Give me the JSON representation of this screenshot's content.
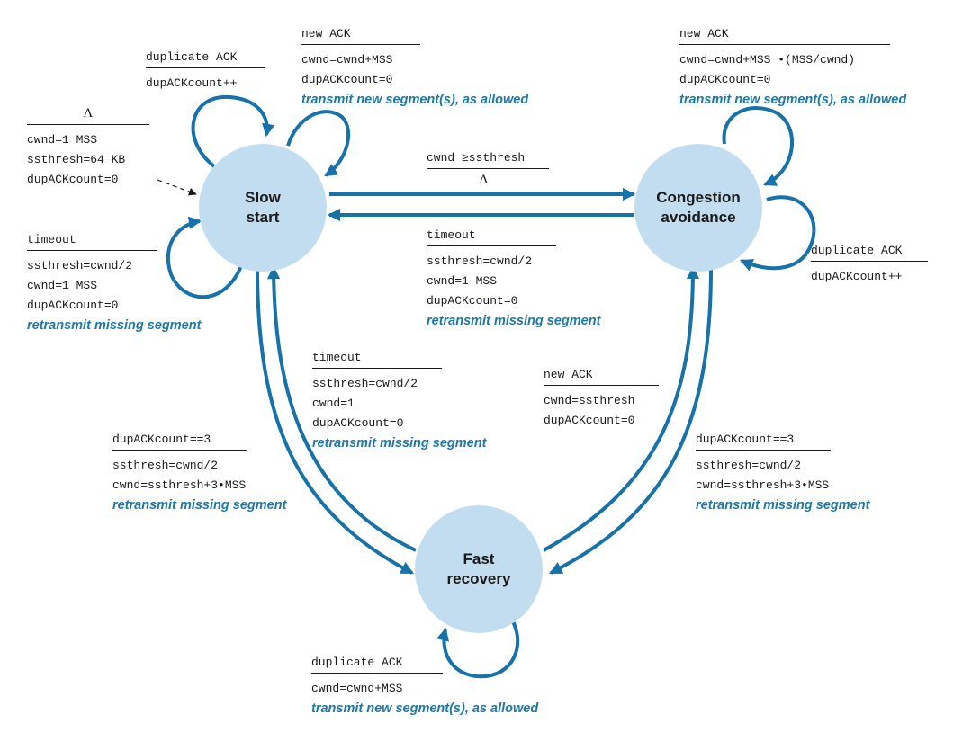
{
  "colors": {
    "state_fill": "#c2ddef",
    "arrow": "#1672a8",
    "highlight_text": "#1d78a8",
    "text": "#1a1a1a"
  },
  "states": {
    "slow_start": "Slow\nstart",
    "congestion_avoidance": "Congestion\navoidance",
    "fast_recovery": "Fast\nrecovery"
  },
  "labels": {
    "init": {
      "event": "Λ",
      "actions": [
        "cwnd=1 MSS",
        "ssthresh=64 KB",
        "dupACKcount=0"
      ]
    },
    "ss_dup_ack": {
      "event": "duplicate ACK",
      "actions": [
        "dupACKcount++"
      ]
    },
    "ss_new_ack": {
      "event": "new ACK",
      "actions": [
        "cwnd=cwnd+MSS",
        "dupACKcount=0"
      ],
      "highlight": "transmit new segment(s), as allowed"
    },
    "ss_timeout": {
      "event": "timeout",
      "actions": [
        "ssthresh=cwnd/2",
        "cwnd=1 MSS",
        "dupACKcount=0"
      ],
      "highlight": "retransmit missing segment"
    },
    "ss_to_ca": {
      "event": "cwnd ≥ssthresh",
      "lambda": "Λ"
    },
    "ca_timeout": {
      "event": "timeout",
      "actions": [
        "ssthresh=cwnd/2",
        "cwnd=1 MSS",
        "dupACKcount=0"
      ],
      "highlight": "retransmit missing segment"
    },
    "ca_new_ack": {
      "event": "new ACK",
      "actions": [
        "cwnd=cwnd+MSS •(MSS/cwnd)",
        "dupACKcount=0"
      ],
      "highlight": "transmit new segment(s), as allowed"
    },
    "ca_dup_ack": {
      "event": "duplicate ACK",
      "actions": [
        "dupACKcount++"
      ]
    },
    "fr_timeout": {
      "event": "timeout",
      "actions": [
        "ssthresh=cwnd/2",
        "cwnd=1",
        "dupACKcount=0"
      ],
      "highlight": "retransmit missing segment"
    },
    "fr_new_ack": {
      "event": "new ACK",
      "actions": [
        "cwnd=ssthresh",
        "dupACKcount=0"
      ]
    },
    "ss_to_fr": {
      "event": "dupACKcount==3",
      "actions": [
        "ssthresh=cwnd/2",
        "cwnd=ssthresh+3•MSS"
      ],
      "highlight": "retransmit missing segment"
    },
    "ca_to_fr": {
      "event": "dupACKcount==3",
      "actions": [
        "ssthresh=cwnd/2",
        "cwnd=ssthresh+3•MSS"
      ],
      "highlight": "retransmit missing segment"
    },
    "fr_dup_ack": {
      "event": "duplicate ACK",
      "actions": [
        "cwnd=cwnd+MSS"
      ],
      "highlight": "transmit new segment(s), as allowed"
    }
  }
}
